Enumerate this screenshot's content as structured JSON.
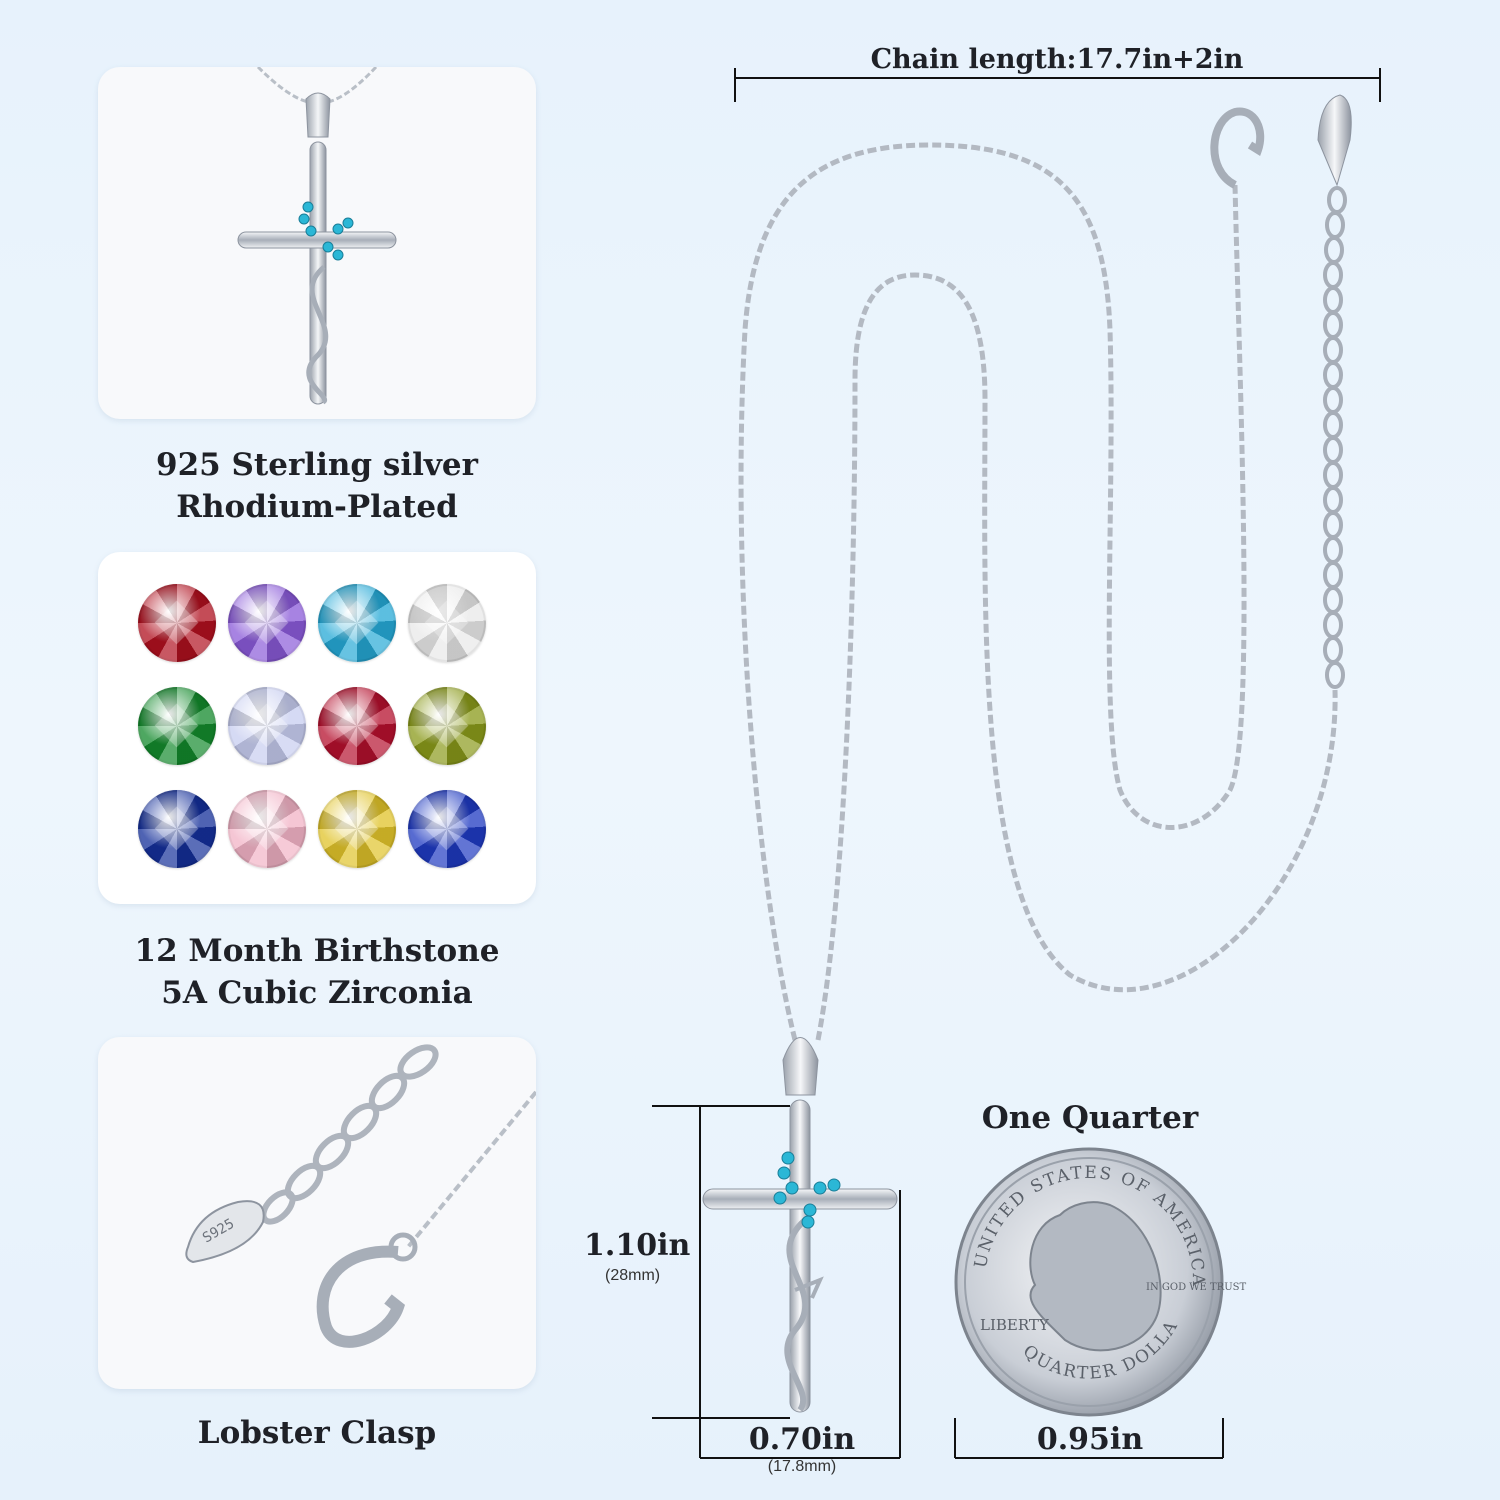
{
  "features": {
    "material": {
      "line1": "925 Sterling silver",
      "line2": "Rhodium-Plated"
    },
    "birthstone": {
      "line1": "12 Month Birthstone",
      "line2": "5A Cubic Zirconia"
    },
    "clasp": {
      "line1": "Lobster Clasp"
    }
  },
  "birthstones": [
    {
      "color": "#b0101f"
    },
    {
      "color": "#8a5ad8"
    },
    {
      "color": "#25a9d6"
    },
    {
      "color": "#e8e8e8"
    },
    {
      "color": "#138a2c"
    },
    {
      "color": "#c7cdf0"
    },
    {
      "color": "#b5102e"
    },
    {
      "color": "#8a9a1a"
    },
    {
      "color": "#142f9a"
    },
    {
      "color": "#f2b3c6"
    },
    {
      "color": "#e0c32a"
    },
    {
      "color": "#1f3ac2"
    }
  ],
  "dimensions": {
    "chain_length": "Chain length:17.7in+2in",
    "pendant_height": "1.10in",
    "pendant_height_mm": "(28mm)",
    "pendant_width": "0.70in",
    "pendant_width_mm": "(17.8mm)",
    "quarter_title": "One Quarter",
    "quarter_width": "0.95in"
  },
  "coin": {
    "top_text": "UNITED STATES OF AMERICA",
    "liberty": "LIBERTY",
    "motto": "IN GOD WE TRUST",
    "bottom_text": "QUARTER DOLLAR"
  },
  "stamp": "S925",
  "colors": {
    "background": "#e7f2fc",
    "silver": "#c9ced6",
    "accent_stone": "#2bb7d6"
  }
}
